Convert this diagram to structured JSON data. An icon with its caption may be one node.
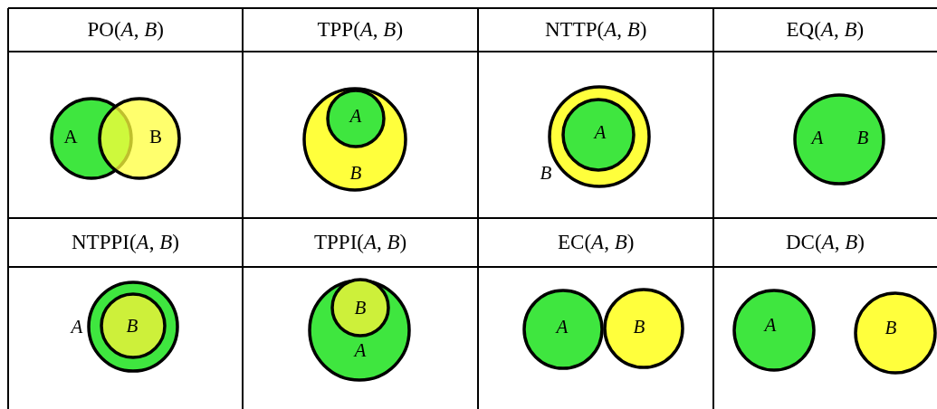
{
  "diagram": {
    "nodes": [
      {
        "text": [
          "A"
        ]
      },
      {
        "text": [
          "B"
        ]
      },
      {
        "text": [
          "B"
        ]
      },
      {
        "text": [
          "A"
        ],
        "in": 2
      },
      {
        "text": [
          "B"
        ]
      },
      {
        "text": [
          "A"
        ],
        "in": 4
      },
      {
        "text": [
          "A",
          "B"
        ]
      },
      {
        "text": [
          "A"
        ]
      },
      {
        "text": [
          "B"
        ],
        "in": 7
      },
      {
        "text": [
          "A"
        ]
      },
      {
        "text": [
          "B"
        ],
        "in": 9
      },
      {
        "text": [
          "A"
        ]
      },
      {
        "text": [
          "B"
        ]
      },
      {
        "text": [
          "A"
        ]
      },
      {
        "text": [
          "B"
        ]
      }
    ],
    "labels": [
      "PO(*A*, *B*)",
      "TPP(*A*, *B*)",
      "NTTP(*A*, *B*)",
      "EQ(*A*, *B*)",
      "NTPPI(*A*, *B*)",
      "TPPI(*A*, *B*)",
      "EC(*A*, *B*)",
      "DC(*A*, *B*)"
    ]
  }
}
